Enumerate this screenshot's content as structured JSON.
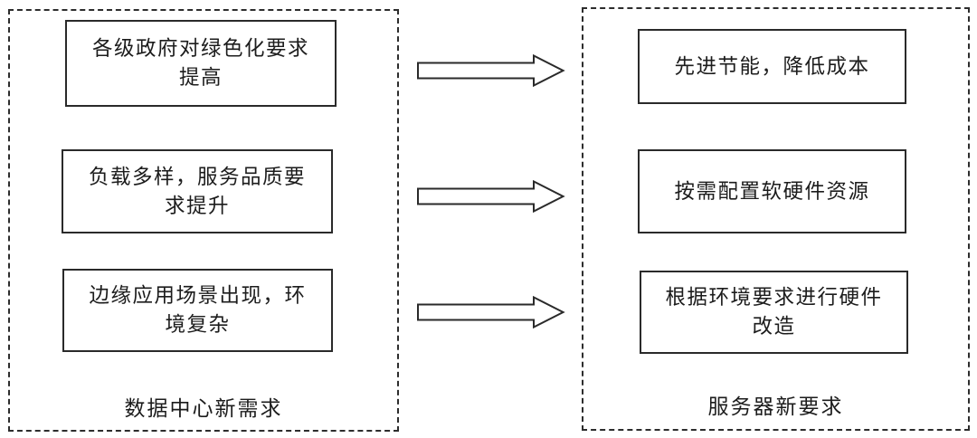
{
  "figure": {
    "left_group": {
      "label": "数据中心新需求",
      "boxes": [
        "各级政府对绿色化要求提高",
        "负载多样，服务品质要求提升",
        "边缘应用场景出现，环境复杂"
      ]
    },
    "right_group": {
      "label": "服务器新要求",
      "boxes": [
        "先进节能，降低成本",
        "按需配置软硬件资源",
        "根据环境要求进行硬件改造"
      ]
    },
    "arrows": {
      "icon": "right-arrow",
      "count": 3
    },
    "colors": {
      "background": "#ffffff",
      "line": "#2a2a2a",
      "text": "#1c1c1c"
    }
  }
}
